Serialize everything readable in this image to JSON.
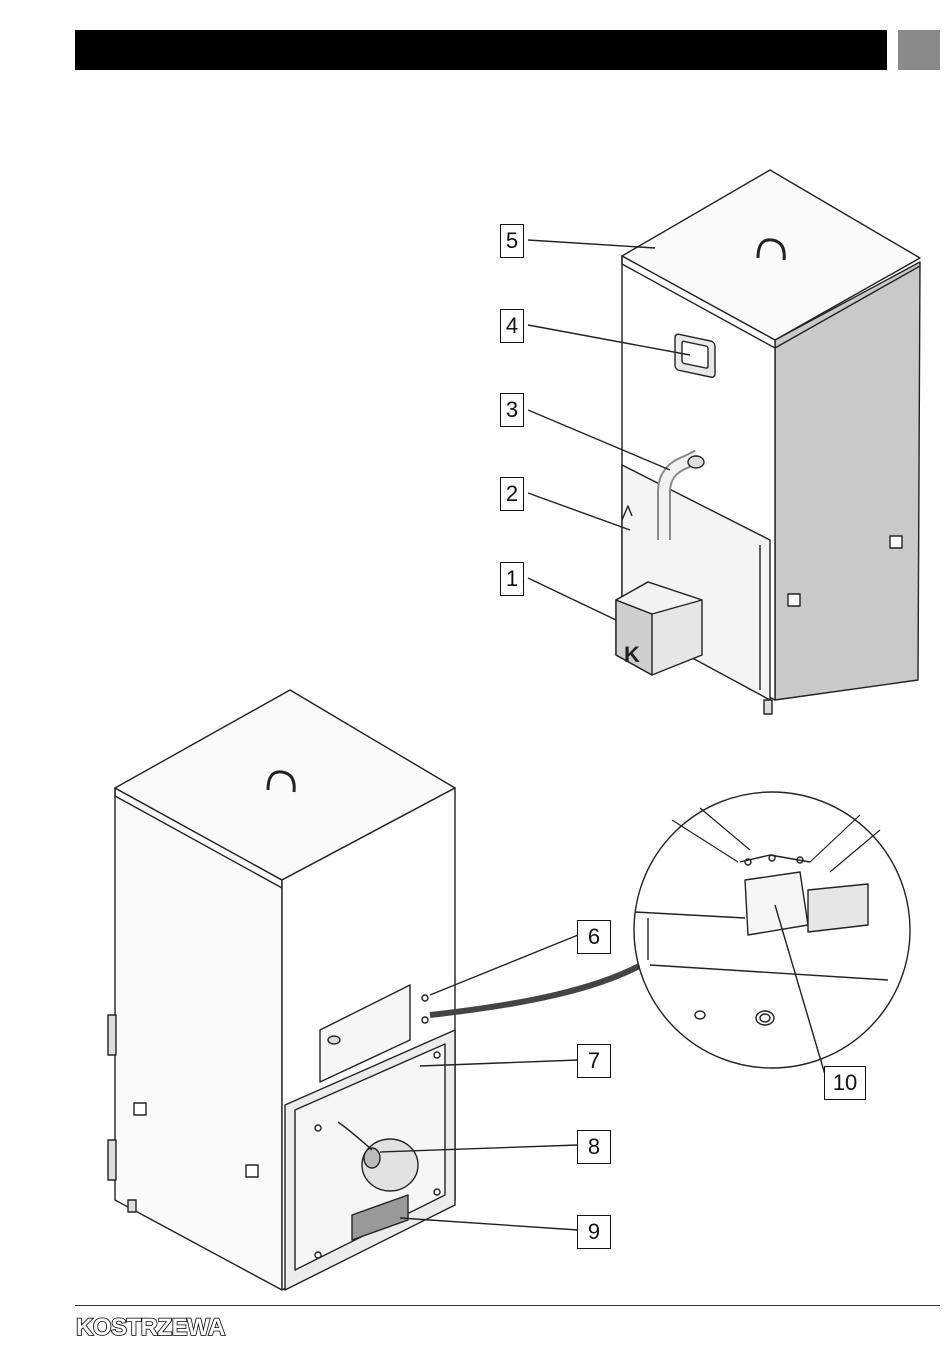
{
  "callouts": {
    "c1": "1",
    "c2": "2",
    "c3": "3",
    "c4": "4",
    "c5": "5",
    "c6": "6",
    "c7": "7",
    "c8": "8",
    "c9": "9",
    "c10": "10"
  },
  "footer": {
    "logo": "KOSTRZEWA"
  },
  "colors": {
    "header": "#000000",
    "tab": "#8a8a8a",
    "panel_shade": "#c9c9c9",
    "line": "#222222"
  }
}
